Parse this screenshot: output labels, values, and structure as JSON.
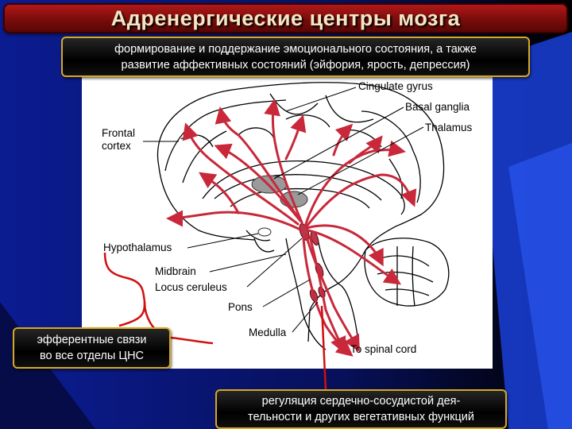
{
  "title": "Адренергические центры мозга",
  "top_box": {
    "line1": "формирование и поддержание эмоционального состояния, а также",
    "line2": "развитие аффективных состояний (эйфория, ярость, депрессия)"
  },
  "left_box": {
    "line1": "эфферентные связи",
    "line2": "во все отделы ЦНС"
  },
  "bottom_box": {
    "line1": "регуляция сердечно-сосудистой дея-",
    "line2": "тельности и других вегетативных функций"
  },
  "labels": {
    "cingulate": "Cingulate gyrus",
    "basal": "Basal ganglia",
    "thalamus": "Thalamus",
    "frontal1": "Frontal",
    "frontal2": "cortex",
    "hypothalamus": "Hypothalamus",
    "midbrain": "Midbrain",
    "locus": "Locus ceruleus",
    "pons": "Pons",
    "medulla": "Medulla",
    "spinal": "To spinal cord"
  },
  "colors": {
    "background_left": "#0a1a8a",
    "background_right": "#000000",
    "title_bar": "#8b0f0f",
    "box_border": "#d8a820",
    "arrow": "#c8283a"
  }
}
